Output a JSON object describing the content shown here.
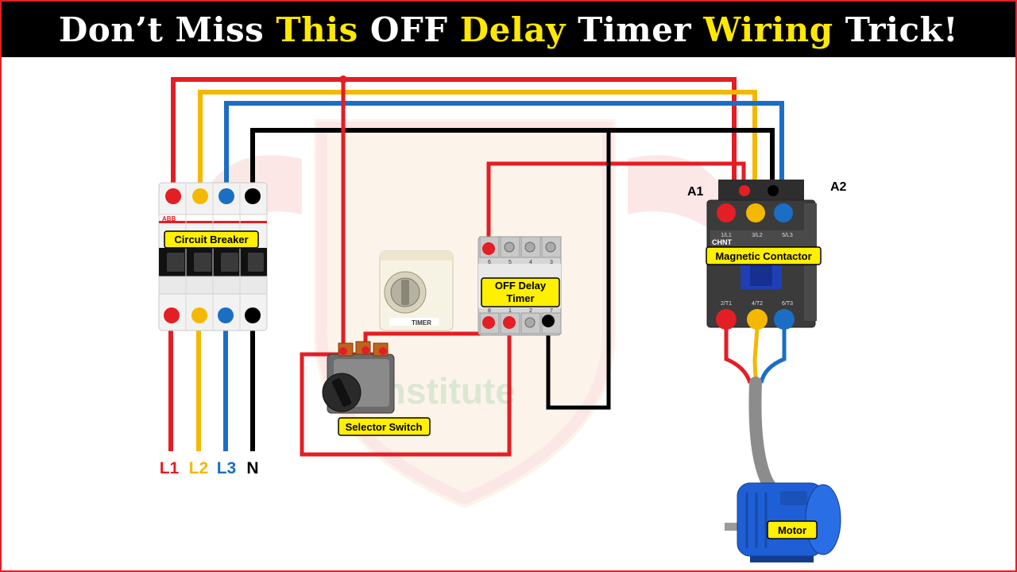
{
  "title": {
    "parts": [
      {
        "text": "Don’t ",
        "color": "white"
      },
      {
        "text": "Miss ",
        "color": "white"
      },
      {
        "text": "This ",
        "color": "yellow"
      },
      {
        "text": "OFF ",
        "color": "white"
      },
      {
        "text": "Delay ",
        "color": "yellow"
      },
      {
        "text": "Timer ",
        "color": "white"
      },
      {
        "text": "Wiring ",
        "color": "yellow"
      },
      {
        "text": "Trick!",
        "color": "white"
      }
    ]
  },
  "colors": {
    "l1": "#e31e24",
    "l2": "#f5b800",
    "l3": "#1a6fc4",
    "neutral": "#000000",
    "label_fill": "#ffef00",
    "title_bg": "#000000",
    "title_accent": "#ffe800",
    "frame": "#e31e24",
    "motor_cable": "#8c8c8c",
    "motor_body": "#1f5fd6"
  },
  "components": {
    "circuit_breaker": {
      "label": "Circuit Breaker",
      "brand": "ABB"
    },
    "timer": {
      "label_line1": "OFF Delay",
      "label_line2": "Timer",
      "terminals_top": [
        "6",
        "5",
        "4",
        "3"
      ],
      "terminals_bottom": [
        "8",
        "1",
        "2",
        "7"
      ]
    },
    "relay_product": {
      "brand": "TIMER"
    },
    "selector_switch": {
      "label": "Selector Switch"
    },
    "contactor": {
      "label": "Magnetic Contactor",
      "brand": "CHNT",
      "coil_a1": "A1",
      "coil_a2": "A2",
      "top_terminals": [
        "1/L1",
        "3/L2",
        "5/L3"
      ],
      "bottom_terminals": [
        "2/T1",
        "4/T2",
        "6/T3"
      ]
    },
    "motor": {
      "label": "Motor"
    }
  },
  "supply_labels": [
    "L1",
    "L2",
    "L3",
    "N"
  ],
  "watermark": {
    "text": "Institute"
  }
}
